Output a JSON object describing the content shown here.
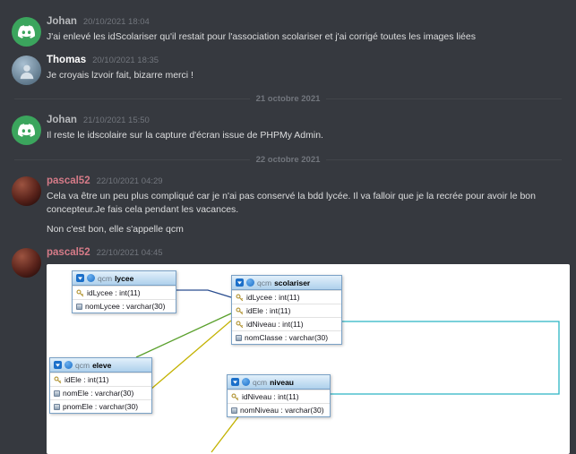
{
  "app": "Discord",
  "theme": {
    "background": "#36393f",
    "message_text": "#dcddde",
    "timestamp_text": "#72767d",
    "divider_line": "#42454a",
    "author_colors": {
      "Johan": "#b8babd",
      "Thomas": "#ffffff",
      "pascal52": "#d67b88"
    },
    "avatar_johan_green": "#3ba55d"
  },
  "date_dividers": [
    "21 octobre 2021",
    "22 octobre 2021"
  ],
  "messages": [
    {
      "author": "Johan",
      "timestamp": "20/10/2021 18:04",
      "lines": [
        "J'ai enlevé les idScolariser qu'il restait pour l'association scolariser et j'ai corrigé toutes les images liées"
      ]
    },
    {
      "author": "Thomas",
      "timestamp": "20/10/2021 18:35",
      "lines": [
        "Je croyais lzvoir fait, bizarre merci !"
      ]
    },
    {
      "author": "Johan",
      "timestamp": "21/10/2021 15:50",
      "lines": [
        "Il reste le idscolaire sur la capture d'écran issue de PHPMy Admin."
      ]
    },
    {
      "author": "pascal52",
      "timestamp": "22/10/2021 04:29",
      "lines": [
        "Cela va être un peu plus compliqué car je n'ai pas conservé la bdd lycée. Il va falloir que je la recrée pour avoir le bon concepteur.Je fais cela pendant les vacances.",
        "Non c'est bon, elle s'appelle qcm"
      ]
    },
    {
      "author": "pascal52",
      "timestamp": "22/10/2021 04:45",
      "lines": []
    }
  ],
  "schema_image": {
    "database": "qcm",
    "tables": [
      {
        "name": "lycee",
        "columns": [
          {
            "icon": "primary-key",
            "text": "idLycee : int(11)"
          },
          {
            "icon": "column",
            "text": "nomLycee : varchar(30)"
          }
        ]
      },
      {
        "name": "scolariser",
        "columns": [
          {
            "icon": "primary-key",
            "text": "idLycee : int(11)"
          },
          {
            "icon": "primary-key",
            "text": "idEle : int(11)"
          },
          {
            "icon": "primary-key",
            "text": "idNiveau : int(11)"
          },
          {
            "icon": "column",
            "text": "nomClasse : varchar(30)"
          }
        ]
      },
      {
        "name": "eleve",
        "columns": [
          {
            "icon": "primary-key",
            "text": "idEle : int(11)"
          },
          {
            "icon": "column",
            "text": "nomEle : varchar(30)"
          },
          {
            "icon": "column",
            "text": "pnomEle : varchar(30)"
          }
        ]
      },
      {
        "name": "niveau",
        "columns": [
          {
            "icon": "primary-key",
            "text": "idNiveau : int(11)"
          },
          {
            "icon": "column",
            "text": "nomNiveau : varchar(30)"
          }
        ]
      }
    ],
    "relation_colors": {
      "lycee": "#2a4d8f",
      "eleve": "#5aa02c",
      "niveau_left": "#c3b200",
      "niveau_right": "#2bb5c4"
    }
  }
}
